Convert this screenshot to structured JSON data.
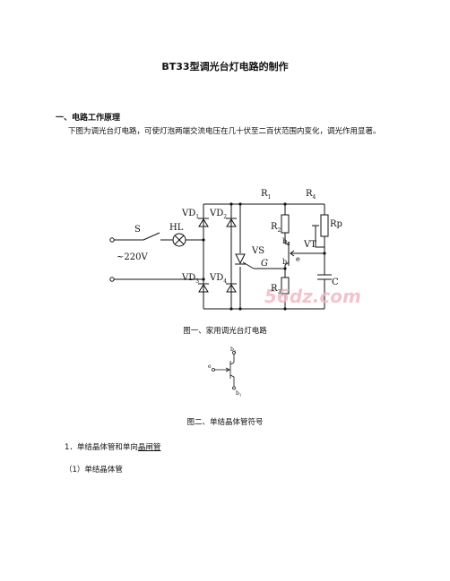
{
  "title": "BT33型调光台灯电路的制作",
  "section1": {
    "heading": "一、电路工作原理",
    "paragraph": "下图为调光台灯电路，可使灯泡两端交流电压在几十伏至二百伏范围内变化，调光作用显著。"
  },
  "figure1": {
    "caption": "图一、家用调光台灯电路",
    "labels": {
      "s": "S",
      "hl": "HL",
      "voltage": "~220V",
      "vd1": "VD",
      "vd1_sub": "1",
      "vd2": "VD",
      "vd2_sub": "2",
      "vd3": "VD",
      "vd3_sub": "3",
      "vd4": "VD",
      "vd4_sub": "4",
      "r1": "R",
      "r1_sub": "1",
      "r2": "R",
      "r2_sub": "2",
      "r3": "R",
      "r3_sub": "3",
      "r4": "R",
      "r4_sub": "4",
      "rp": "Rp",
      "vs": "VS",
      "g": "G",
      "vt": "VT",
      "b2": "b",
      "b2_sub": "2",
      "b1": "b",
      "b1_sub": "1",
      "e": "e",
      "c": "C"
    },
    "watermark": "56dz.com"
  },
  "figure2": {
    "caption": "图二、单结晶体管符号",
    "labels": {
      "b2": "b",
      "b2_sub": "2",
      "e": "e",
      "b1": "b",
      "b1_sub": "1"
    }
  },
  "section2": {
    "heading_prefix": "1．单结晶体管和单向",
    "heading_underlined": "晶闸管",
    "subheading": "（1）单结晶体管"
  }
}
